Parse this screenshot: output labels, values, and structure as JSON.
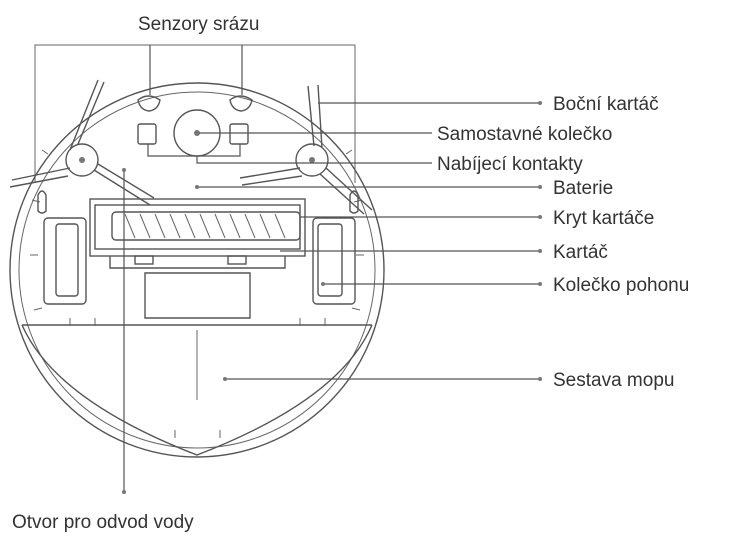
{
  "labels": {
    "bumper_sensors": "Senzory srázu",
    "side_brush": "Boční kartáč",
    "caster_wheel": "Samostavné kolečko",
    "charging_contacts": "Nabíjecí kontakty",
    "battery": "Baterie",
    "brush_cover": "Kryt kartáče",
    "main_brush": "Kartáč",
    "drive_wheel": "Kolečko pohonu",
    "mop_assembly": "Sestava mopu",
    "drain_hole": "Otvor pro odvod vody"
  },
  "colors": {
    "line": "#555555",
    "text": "#333333"
  }
}
